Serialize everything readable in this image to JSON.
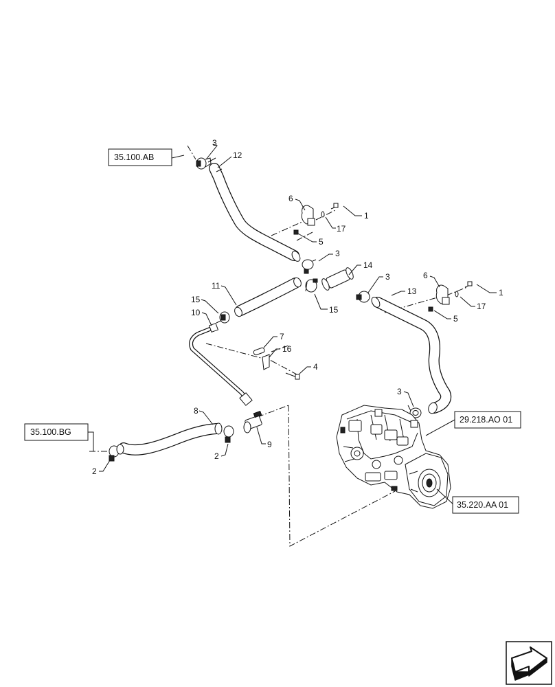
{
  "diagram": {
    "callouts": [
      {
        "id": "c3a",
        "text": "3"
      },
      {
        "id": "c12",
        "text": "12"
      },
      {
        "id": "c6a",
        "text": "6"
      },
      {
        "id": "c1a",
        "text": "1"
      },
      {
        "id": "c17a",
        "text": "17"
      },
      {
        "id": "c5a",
        "text": "5"
      },
      {
        "id": "c3b",
        "text": "3"
      },
      {
        "id": "c14",
        "text": "14"
      },
      {
        "id": "c3c",
        "text": "3"
      },
      {
        "id": "c13",
        "text": "13"
      },
      {
        "id": "c6b",
        "text": "6"
      },
      {
        "id": "c1b",
        "text": "1"
      },
      {
        "id": "c17b",
        "text": "17"
      },
      {
        "id": "c5b",
        "text": "5"
      },
      {
        "id": "c11",
        "text": "11"
      },
      {
        "id": "c15a",
        "text": "15"
      },
      {
        "id": "c15b",
        "text": "15"
      },
      {
        "id": "c10",
        "text": "10"
      },
      {
        "id": "c7",
        "text": "7"
      },
      {
        "id": "c16",
        "text": "16"
      },
      {
        "id": "c4",
        "text": "4"
      },
      {
        "id": "c3d",
        "text": "3"
      },
      {
        "id": "c8",
        "text": "8"
      },
      {
        "id": "c9",
        "text": "9"
      },
      {
        "id": "c2a",
        "text": "2"
      },
      {
        "id": "c2b",
        "text": "2"
      }
    ],
    "references": [
      {
        "id": "r1",
        "text": "35.100.AB"
      },
      {
        "id": "r2",
        "text": "29.218.AO 01"
      },
      {
        "id": "r3",
        "text": "35.100.BG"
      },
      {
        "id": "r4",
        "text": "35.220.AA 01"
      }
    ],
    "nav_icon": "next-page-arrow-icon"
  }
}
